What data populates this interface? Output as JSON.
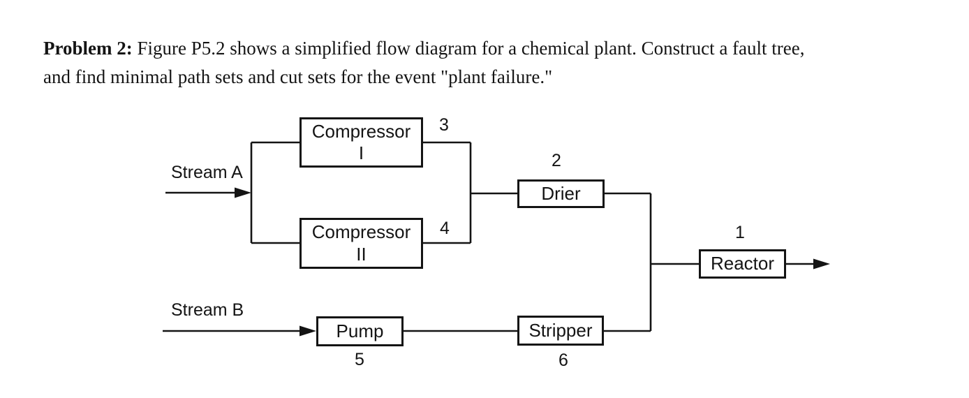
{
  "problem": {
    "label": "Problem 2:",
    "line1": " Figure P5.2 shows a simplified flow diagram for a chemical plant. Construct a fault tree,",
    "line2": "and find minimal path sets and cut sets for the event \"plant failure.\""
  },
  "diagram": {
    "streams": {
      "a": "Stream A",
      "b": "Stream B"
    },
    "components": {
      "compressor1": {
        "name_line1": "Compressor",
        "name_line2": "I",
        "number": "3"
      },
      "compressor2": {
        "name_line1": "Compressor",
        "name_line2": "II",
        "number": "4"
      },
      "drier": {
        "name": "Drier",
        "number": "2"
      },
      "reactor": {
        "name": "Reactor",
        "number": "1"
      },
      "pump": {
        "name": "Pump",
        "number": "5"
      },
      "stripper": {
        "name": "Stripper",
        "number": "6"
      }
    },
    "colors": {
      "ink": "#141414",
      "background": "#ffffff"
    }
  }
}
